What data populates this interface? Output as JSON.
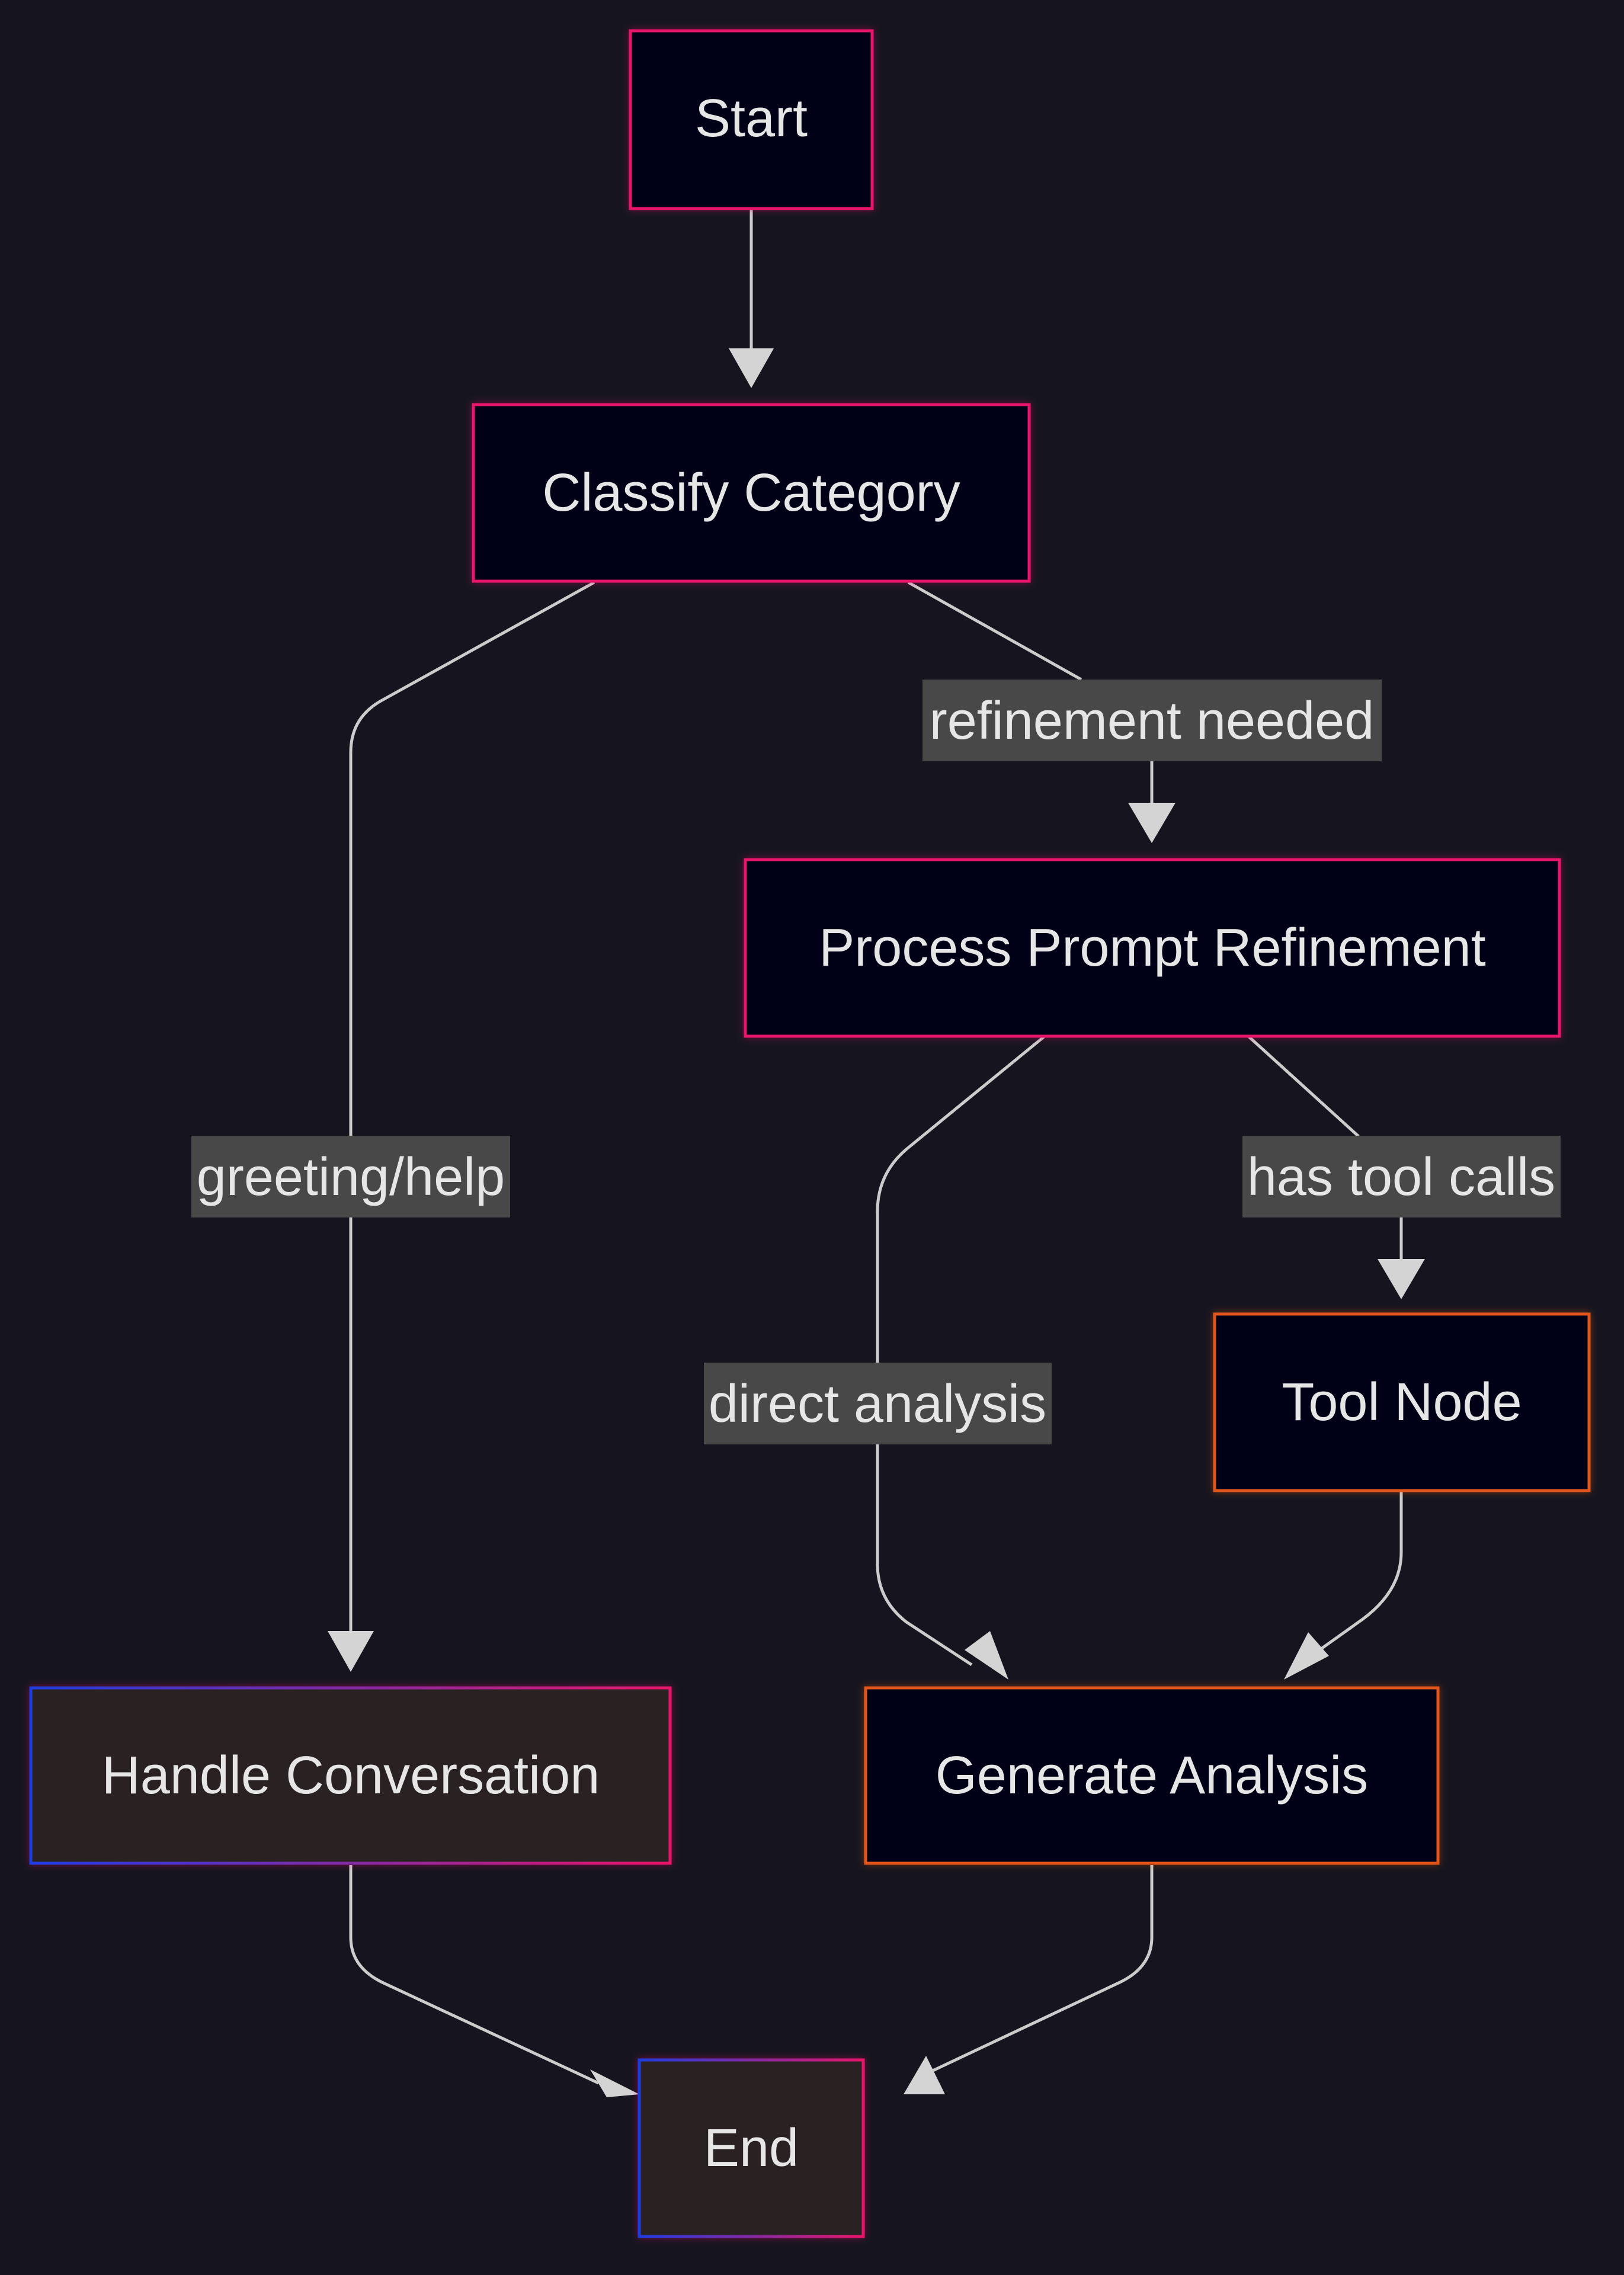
{
  "diagram": {
    "type": "flowchart",
    "nodes": [
      {
        "id": "start",
        "label": "Start",
        "style": "pink"
      },
      {
        "id": "classify",
        "label": "Classify Category",
        "style": "pink"
      },
      {
        "id": "refine",
        "label": "Process Prompt Refinement",
        "style": "pink"
      },
      {
        "id": "tool",
        "label": "Tool Node",
        "style": "orange"
      },
      {
        "id": "conversation",
        "label": "Handle Conversation",
        "style": "gradient"
      },
      {
        "id": "analysis",
        "label": "Generate Analysis",
        "style": "orange"
      },
      {
        "id": "end",
        "label": "End",
        "style": "gradient"
      }
    ],
    "edges": [
      {
        "from": "start",
        "to": "classify",
        "label": ""
      },
      {
        "from": "classify",
        "to": "conversation",
        "label": "greeting/help"
      },
      {
        "from": "classify",
        "to": "refine",
        "label": "refinement needed"
      },
      {
        "from": "refine",
        "to": "analysis",
        "label": "direct analysis"
      },
      {
        "from": "refine",
        "to": "tool",
        "label": "has tool calls"
      },
      {
        "from": "tool",
        "to": "analysis",
        "label": ""
      },
      {
        "from": "conversation",
        "to": "end",
        "label": ""
      },
      {
        "from": "analysis",
        "to": "end",
        "label": ""
      }
    ]
  },
  "colors": {
    "background": "#16151f",
    "node_fill_dark": "#020218",
    "node_fill_brown": "#2c2222",
    "border_pink": "#e8176a",
    "border_orange": "#e2571b",
    "gradient_start": "#1f3ce0",
    "gradient_end": "#e8176a",
    "edge": "#cccccc",
    "edge_label_bg": "#474847",
    "text": "#e6e6e6"
  }
}
